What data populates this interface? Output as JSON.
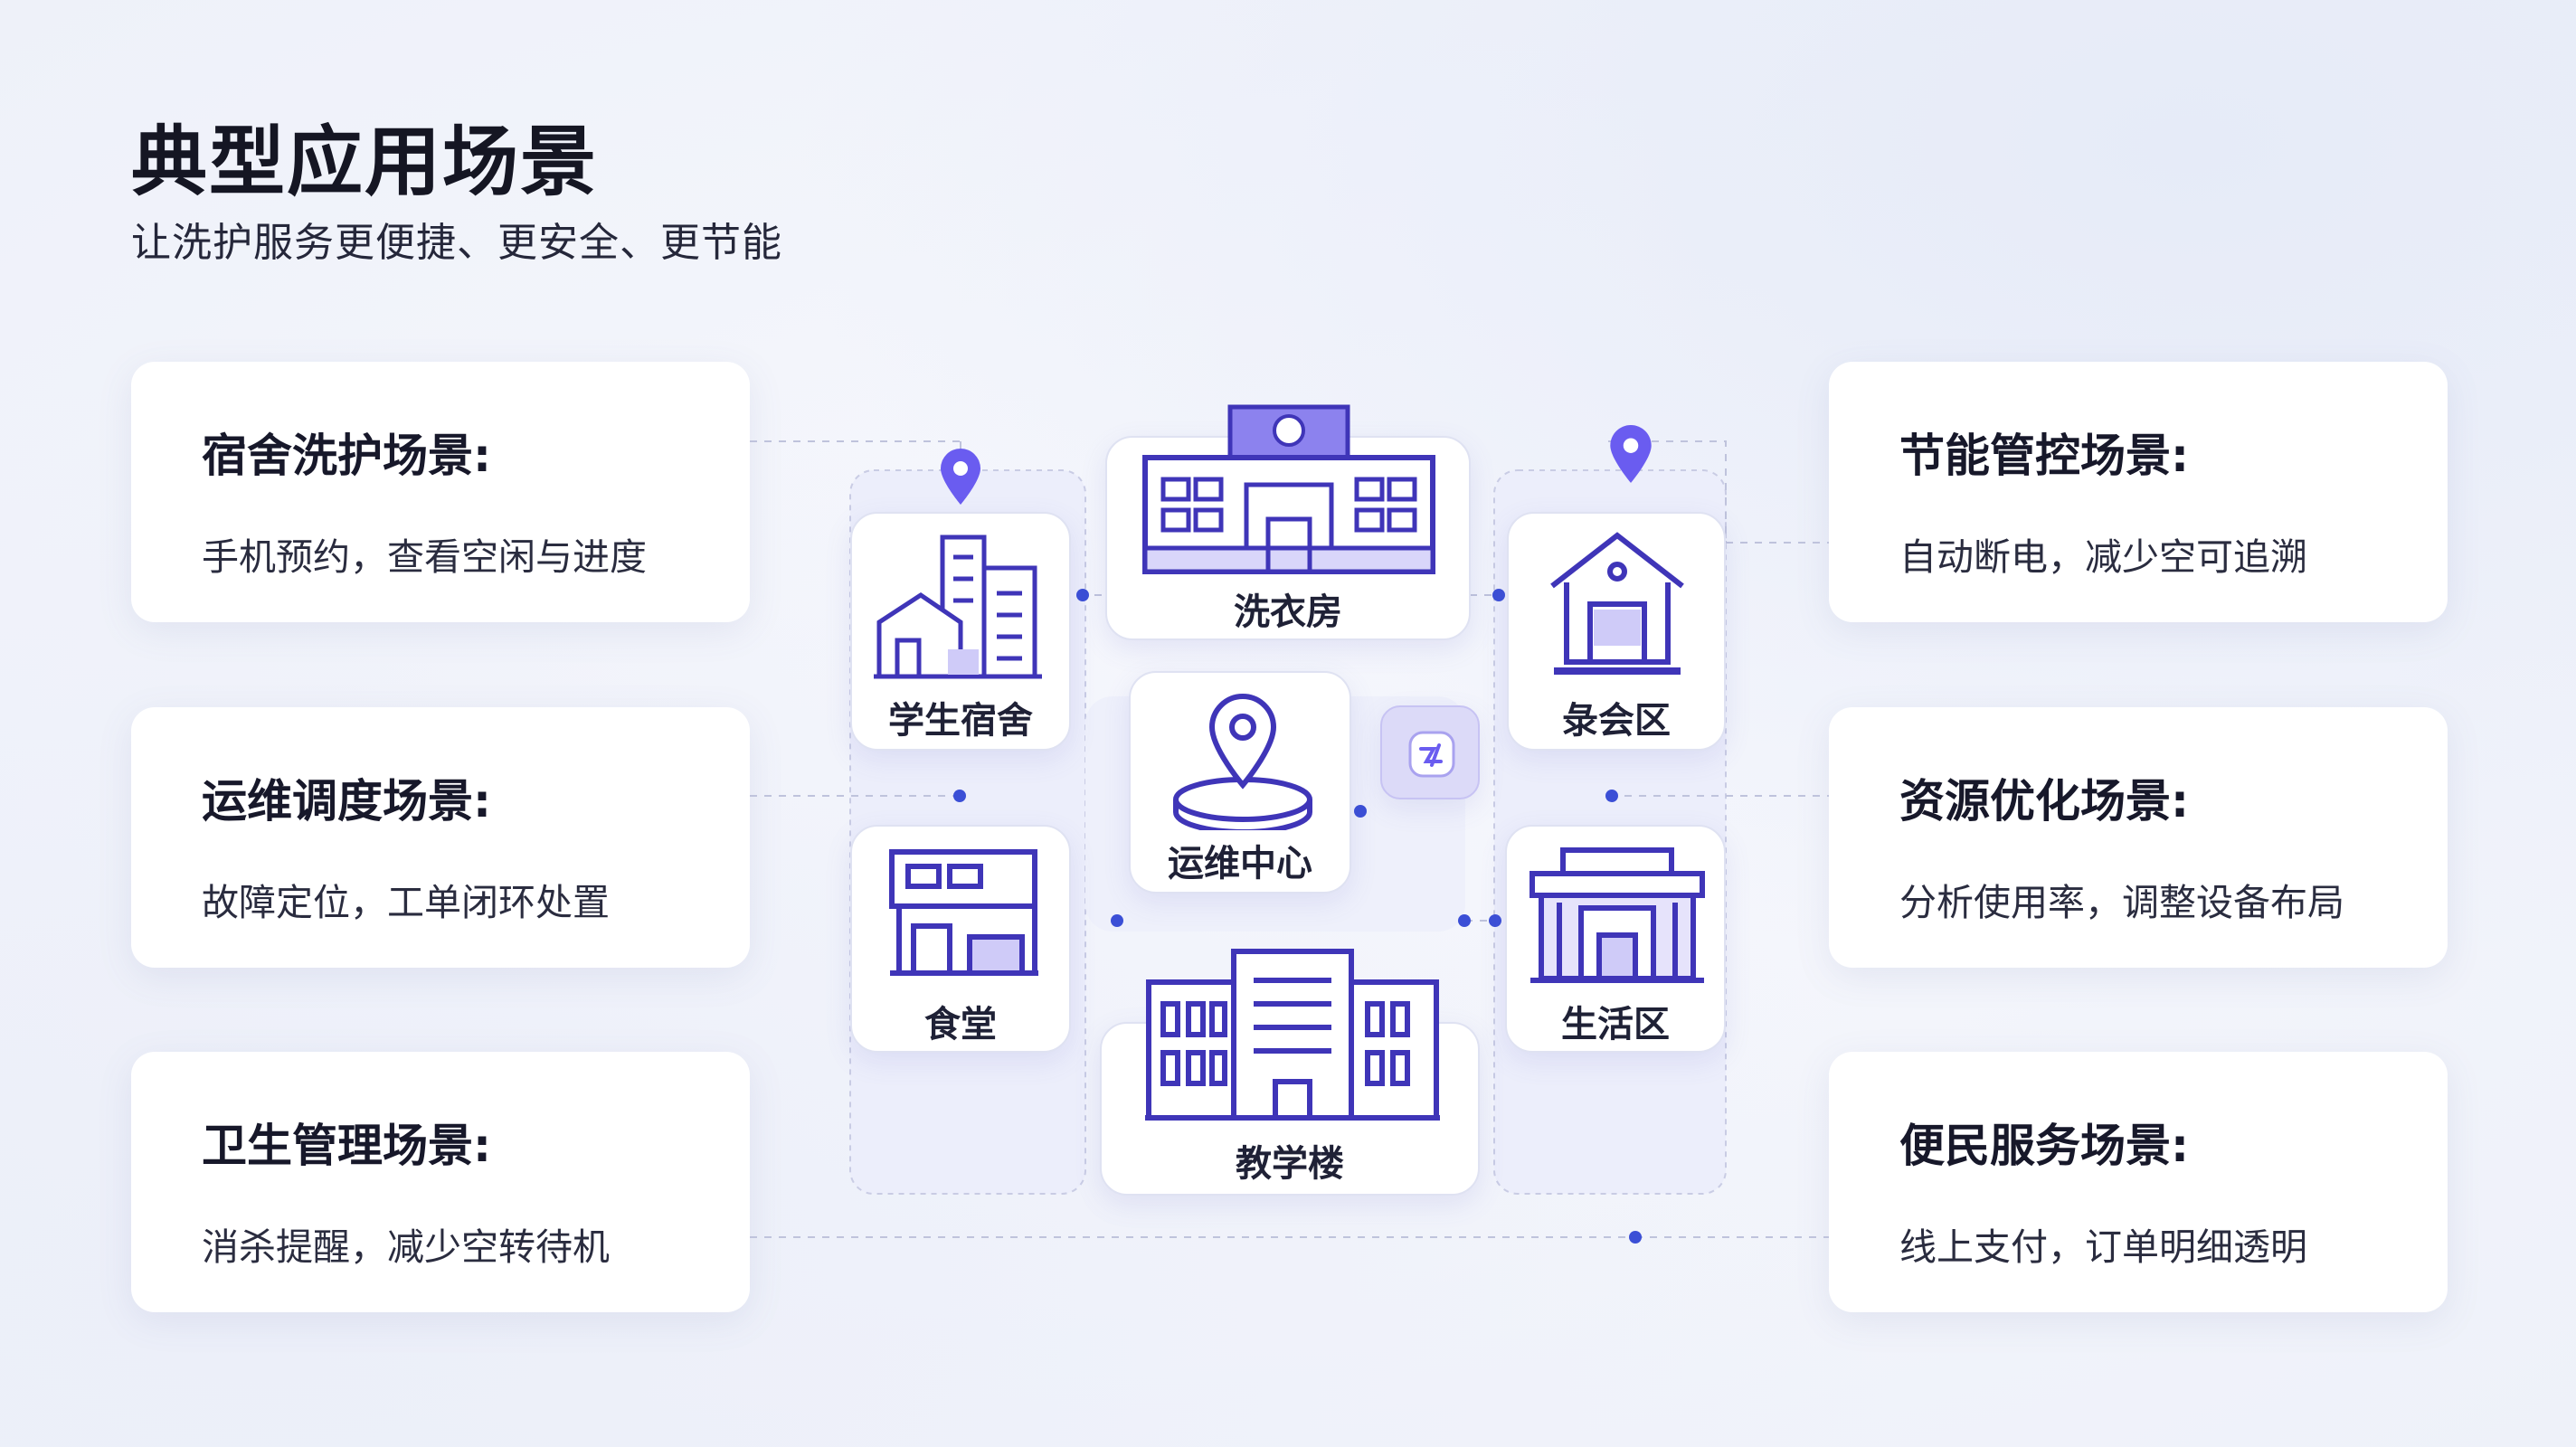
{
  "header": {
    "title": "典型应用场景",
    "subtitle": "让洗护服务更便捷、更安全、更节能"
  },
  "left_cards": [
    {
      "title": "宿舍洗护场景:",
      "desc": "手机预约，查看空闲与进度"
    },
    {
      "title": "运维调度场景:",
      "desc": "故障定位，工单闭环处置"
    },
    {
      "title": "卫生管理场景:",
      "desc": "消杀提醒，减少空转待机"
    }
  ],
  "right_cards": [
    {
      "title": "节能管控场景:",
      "desc": "自动断电，减少空可追溯"
    },
    {
      "title": "资源优化场景:",
      "desc": "分析使用率，调整设备布局"
    },
    {
      "title": "便民服务场景:",
      "desc": "线上支付，订单明细透明"
    }
  ],
  "nodes": {
    "laundry": "洗衣房",
    "dorm": "学生宿舍",
    "reception": "彔会区",
    "ops_center": "运维中心",
    "canteen": "食堂",
    "living": "生活区",
    "teaching": "教学楼"
  },
  "icons": [
    "map-pin-icon",
    "building-icon",
    "house-icon",
    "location-icon",
    "app-logo-icon",
    "canteen-icon",
    "shop-icon",
    "school-icon"
  ],
  "colors": {
    "accent": "#5b4fe0",
    "accent_light": "#c9c6f5",
    "background": "#f2f4fb"
  }
}
